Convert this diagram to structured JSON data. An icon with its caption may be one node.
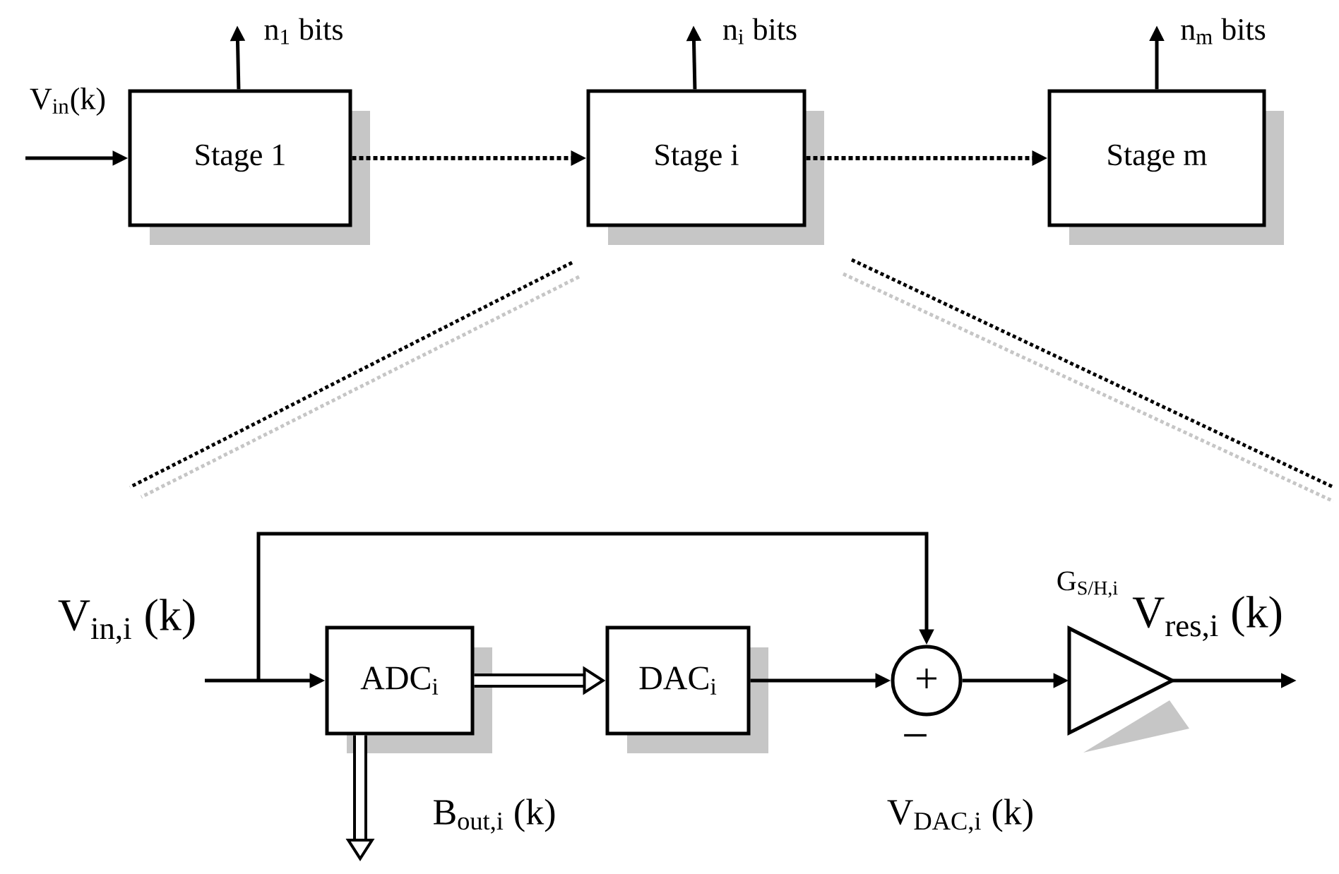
{
  "diagram": {
    "nodes": [
      {
        "text": [
          "Stage 1"
        ]
      },
      {
        "text": [
          "Stage i"
        ]
      },
      {
        "text": [
          "Stage m"
        ]
      },
      {
        "text": [
          "ADC$_{i}$"
        ]
      },
      {
        "text": [
          "DAC$_{i}$"
        ]
      },
      {
        "text": [
          "+"
        ],
        "beside": [
          "−"
        ]
      },
      {
        "text": [],
        "shape": "triangle",
        "beside": [
          "G$_{S/H,i}$"
        ]
      }
    ],
    "edges": [
      {
        "from": null,
        "to": 0,
        "arrow": "to",
        "label": "V$_{in}$(k)"
      },
      {
        "from": 0,
        "to": null,
        "arrow": "to",
        "label": "n$_{1}$ bits"
      },
      {
        "from": 0,
        "to": 1,
        "arrow": "to",
        "style": "dashed"
      },
      {
        "from": 1,
        "to": null,
        "arrow": "to",
        "label": "n$_{i}$ bits"
      },
      {
        "from": 1,
        "to": 2,
        "arrow": "to",
        "style": "dashed"
      },
      {
        "from": 2,
        "to": null,
        "arrow": "to",
        "label": "n$_{m}$ bits"
      },
      {
        "from": null,
        "to": 3,
        "arrow": "to",
        "label": "V$_{in,i}$ (k)"
      },
      {
        "from": null,
        "to": 5,
        "arrow": "to"
      },
      {
        "from": 3,
        "to": 4,
        "arrow": "to",
        "style": "thick"
      },
      {
        "from": 3,
        "to": null,
        "arrow": "to",
        "style": "thick",
        "label": "B$_{out,i}$ (k)"
      },
      {
        "from": 4,
        "to": 5,
        "arrow": "to",
        "label": "V$_{DAC,i}$ (k)"
      },
      {
        "from": 5,
        "to": 6,
        "arrow": "to"
      },
      {
        "from": 6,
        "to": null,
        "arrow": "to",
        "label": "V$_{res,i}$ (k)"
      }
    ]
  }
}
